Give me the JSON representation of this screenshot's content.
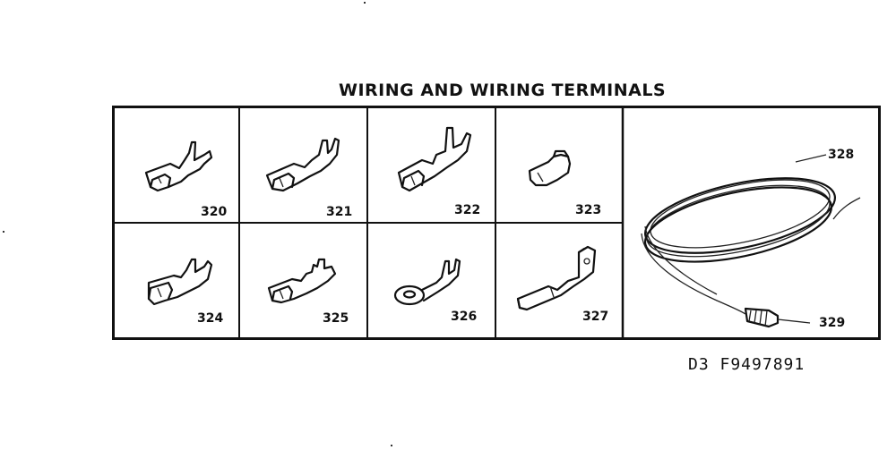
{
  "title": "WIRING AND WIRING TERMINALS",
  "parts": [
    {
      "number": "320",
      "icon": "female-terminal-icon"
    },
    {
      "number": "321",
      "icon": "female-terminal-icon"
    },
    {
      "number": "322",
      "icon": "female-terminal-icon"
    },
    {
      "number": "323",
      "icon": "short-terminal-icon"
    },
    {
      "number": "324",
      "icon": "insulated-terminal-icon"
    },
    {
      "number": "325",
      "icon": "female-terminal-icon"
    },
    {
      "number": "326",
      "icon": "ring-terminal-icon"
    },
    {
      "number": "327",
      "icon": "flag-terminal-icon"
    },
    {
      "number": "328",
      "icon": "wire-coil-icon"
    },
    {
      "number": "329",
      "icon": "wire-nut-icon"
    }
  ],
  "caption": "D3 F9497891"
}
